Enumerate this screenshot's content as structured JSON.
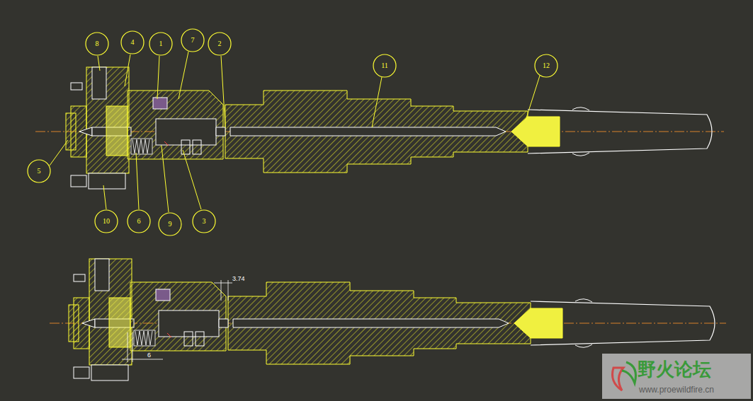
{
  "diagram": {
    "nodes": [
      {
        "text": [
          "8"
        ]
      },
      {
        "text": [
          "4"
        ]
      },
      {
        "text": [
          "1"
        ]
      },
      {
        "text": [
          "7"
        ]
      },
      {
        "text": [
          "2"
        ]
      },
      {
        "text": [
          "11"
        ]
      },
      {
        "text": [
          "12"
        ]
      },
      {
        "text": [
          "5"
        ]
      },
      {
        "text": [
          "10"
        ]
      },
      {
        "text": [
          "6"
        ]
      },
      {
        "text": [
          "9"
        ]
      },
      {
        "text": [
          "3"
        ]
      }
    ],
    "labels": [
      "3.74",
      "6",
      "野火论坛",
      "www.proewildfire.cn"
    ]
  }
}
